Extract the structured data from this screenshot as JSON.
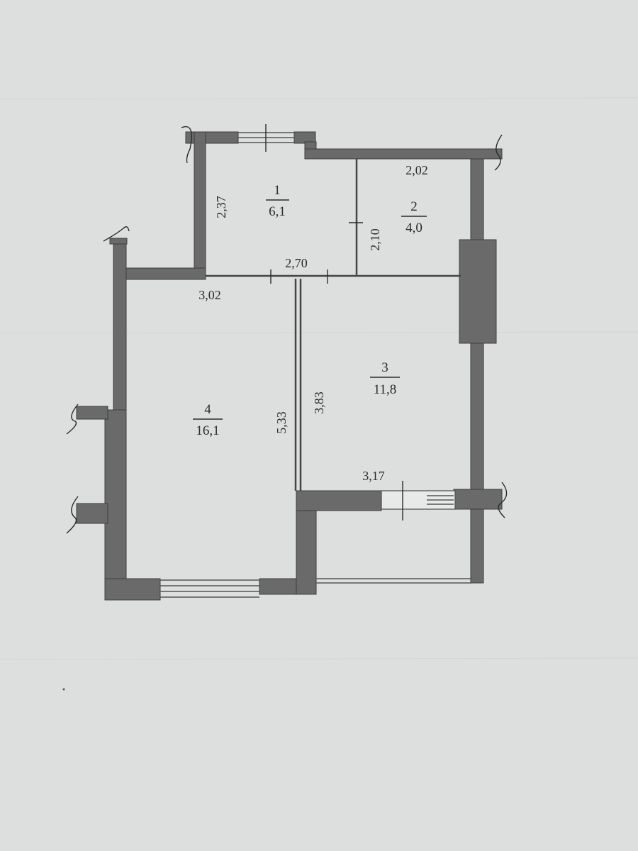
{
  "rooms": [
    {
      "number": "1",
      "area": "6,1"
    },
    {
      "number": "2",
      "area": "4,0"
    },
    {
      "number": "3",
      "area": "11,8"
    },
    {
      "number": "4",
      "area": "16,1"
    }
  ],
  "dimensions": {
    "room1_height": "2,37",
    "room1_bottom": "2,70",
    "room2_width": "2,02",
    "room2_height": "2,10",
    "room3_height": "3,83",
    "room3_bottom": "3,17",
    "room4_top": "3,02",
    "room4_height": "5,33"
  },
  "colors": {
    "wall": "#6a6a6a",
    "paper": "#dcdfde",
    "ink": "#2b2b2b"
  }
}
